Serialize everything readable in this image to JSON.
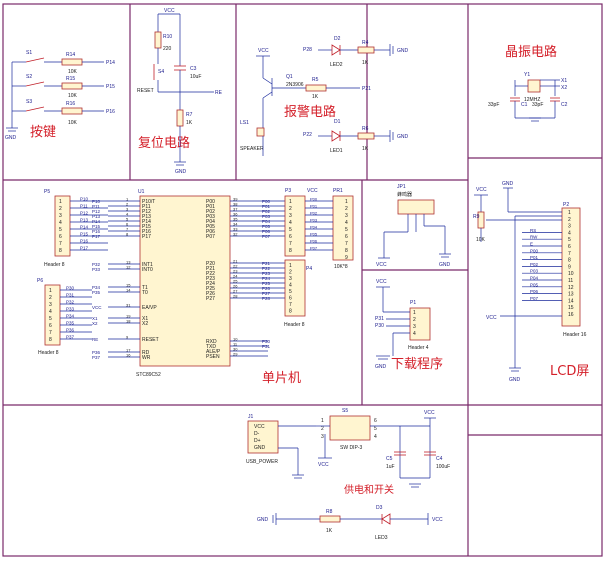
{
  "sections": {
    "keys": "按键",
    "reset": "复位电路",
    "alarm": "报警电路",
    "crystal": "晶振电路",
    "mcu": "单片机",
    "download": "下载程序",
    "lcd": "LCD屏",
    "power": "供电和开关"
  },
  "keys": {
    "switches": [
      "S1",
      "S2",
      "S3"
    ],
    "resistors": [
      "R14",
      "R15",
      "R16"
    ],
    "resistor_values": [
      "10K",
      "10K",
      "10K"
    ],
    "nets": [
      "P14",
      "P15",
      "P16"
    ],
    "gnd": "GND"
  },
  "reset": {
    "vcc": "VCC",
    "r10": "R10",
    "r10_value": "220",
    "s4": "S4",
    "reset_label": "RESET",
    "c3": "C3",
    "c3_value": "10uF",
    "r7": "R7",
    "r7_value": "1K",
    "net": "RE",
    "gnd": "GND"
  },
  "alarm": {
    "vcc": "VCC",
    "q1": "Q1",
    "q1_type": "2N3906",
    "r5": "R5",
    "r5_value": "1K",
    "net_in": "P21",
    "ls1": "LS1",
    "speaker": "SPEAKER",
    "d2": "D2",
    "led2": "LED2",
    "r4": "R4",
    "r4_value": "1K",
    "net_led2": "P28",
    "d1": "D1",
    "led1": "LED1",
    "r6": "R6",
    "r6_value": "1K",
    "net_led1": "P22",
    "gnd": "GND"
  },
  "crystal": {
    "y1": "Y1",
    "freq": "12MHZ",
    "c1": "C1",
    "c1_value": "33pF",
    "c2": "C2",
    "c2_value": "33pF",
    "x1": "X1",
    "x2": "X2"
  },
  "mcu": {
    "u1": "U1",
    "chip": "STC89C52",
    "left_pins": [
      "P10/T",
      "P11",
      "P12",
      "P13",
      "P14",
      "P15",
      "P16",
      "P17",
      "INT1",
      "INT0",
      "T1",
      "T0",
      "EA/VP",
      "X1",
      "X2",
      "RESET",
      "RD",
      "WR"
    ],
    "left_nums": [
      "1",
      "2",
      "3",
      "4",
      "5",
      "6",
      "7",
      "8",
      "13",
      "12",
      "15",
      "14",
      "31",
      "19",
      "18",
      "9",
      "17",
      "16"
    ],
    "left_nets": [
      "P10",
      "P11",
      "P12",
      "P13",
      "P14",
      "P15",
      "P16",
      "P17",
      "P32",
      "P33",
      "P34",
      "P35",
      "VCC",
      "X1",
      "X2",
      "RE",
      "P36",
      "P37"
    ],
    "right_pins": [
      "P00",
      "P01",
      "P02",
      "P03",
      "P04",
      "P05",
      "P06",
      "P07",
      "P20",
      "P21",
      "P22",
      "P23",
      "P24",
      "P25",
      "P26",
      "P27",
      "RXD",
      "TXD",
      "ALE/P",
      "PSEN"
    ],
    "right_nums": [
      "39",
      "38",
      "37",
      "36",
      "35",
      "34",
      "33",
      "32",
      "21",
      "22",
      "23",
      "24",
      "25",
      "26",
      "27",
      "28",
      "10",
      "11",
      "30",
      "29"
    ],
    "right_nets": [
      "P00",
      "P01",
      "P02",
      "P03",
      "P04",
      "P05",
      "P06",
      "P07",
      "P21",
      "P22",
      "P23",
      "P24",
      "P25",
      "P26",
      "P27",
      "P28",
      "P30",
      "P31",
      "",
      ""
    ],
    "p5": "P5",
    "p5_name": "Header 8",
    "p5_nets": [
      "P10",
      "P11",
      "P12",
      "P13",
      "P14",
      "P15",
      "P16",
      "P17"
    ],
    "p6": "P6",
    "p6_name": "Header 8",
    "p6_nets": [
      "P30",
      "P31",
      "P32",
      "P33",
      "P34",
      "P35",
      "P36",
      "P37"
    ],
    "p3": "P3",
    "p3_name": "Header 8",
    "p4": "P4",
    "p4_name": "Header 8",
    "pr1": "PR1",
    "pr1_name": "10K*8",
    "vcc": "VCC",
    "pin_numbers": [
      "1",
      "2",
      "3",
      "4",
      "5",
      "6",
      "7",
      "8"
    ],
    "pr_numbers": [
      "1",
      "2",
      "3",
      "4",
      "5",
      "6",
      "7",
      "8",
      "9"
    ]
  },
  "jp1": {
    "ref": "JP1",
    "name": "蜂鸣器",
    "vcc": "VCC",
    "gnd": "GND"
  },
  "download": {
    "ref": "P1",
    "name": "Header 4",
    "vcc": "VCC",
    "nets": [
      "P31",
      "P30"
    ],
    "gnd": "GND",
    "pins": [
      "1",
      "2",
      "3",
      "4"
    ]
  },
  "lcd": {
    "ref": "P2",
    "name": "Header 16",
    "vcc": "VCC",
    "gnd": "GND",
    "r9": "R9",
    "r9_value": "10K",
    "nets": [
      "RS",
      "RW",
      "E",
      "P00",
      "P01",
      "P02",
      "P03",
      "P04",
      "P05",
      "P06",
      "P07"
    ],
    "vcc_bl": "VCC",
    "pins": [
      "1",
      "2",
      "3",
      "4",
      "5",
      "6",
      "7",
      "8",
      "9",
      "10",
      "11",
      "12",
      "13",
      "14",
      "15",
      "16"
    ]
  },
  "power": {
    "j1": "J1",
    "j1_pins": [
      "VCC",
      "D-",
      "D+",
      "GND"
    ],
    "j1_name": "USB_POWER",
    "s5": "S5",
    "s5_name": "SW DIP-3",
    "s5_nums": [
      "1",
      "2",
      "3",
      "4",
      "5",
      "6"
    ],
    "vcc": "VCC",
    "gnd": "GND",
    "c5": "C5",
    "c5_value": "1uF",
    "c4": "C4",
    "c4_value": "100uF",
    "r8": "R8",
    "r8_value": "1K",
    "d3": "D3",
    "led3": "LED3"
  },
  "colors": {
    "frame": "#7a2a6a",
    "wire": "#1a2a9c",
    "section_title": "#d4202a",
    "component": "#c0202a"
  }
}
